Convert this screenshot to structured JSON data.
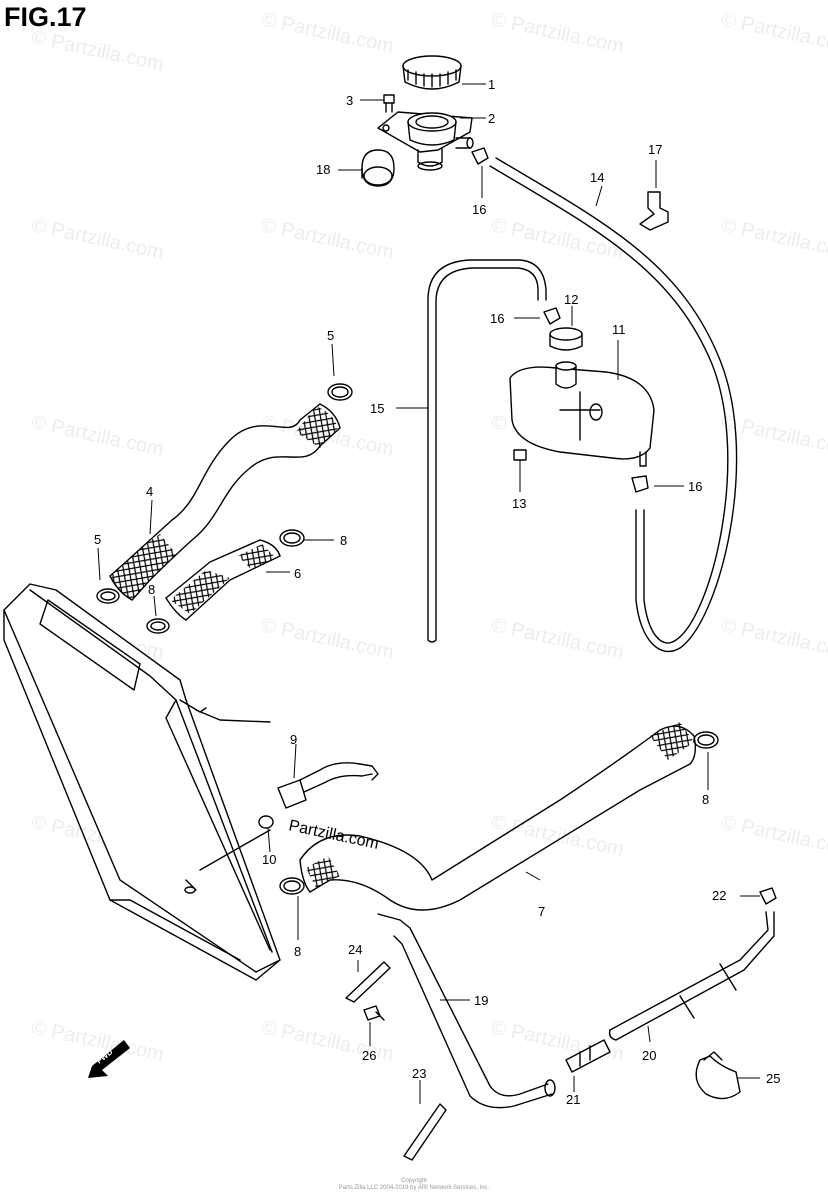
{
  "figure": {
    "title": "FIG.17"
  },
  "watermark": {
    "text": "© Partzilla.com",
    "center_text": "Partzilla.com"
  },
  "forward_label": "FWD",
  "copyright": {
    "line1": "Copyright",
    "line2": "Parts Zilla LLC 2004-2019 by ARI Network Services, Inc."
  },
  "callouts": [
    "1",
    "2",
    "3",
    "4",
    "5",
    "5",
    "6",
    "7",
    "8",
    "8",
    "8",
    "8",
    "9",
    "10",
    "11",
    "12",
    "13",
    "14",
    "15",
    "16",
    "16",
    "16",
    "17",
    "18",
    "19",
    "20",
    "21",
    "22",
    "23",
    "24",
    "25",
    "26"
  ]
}
